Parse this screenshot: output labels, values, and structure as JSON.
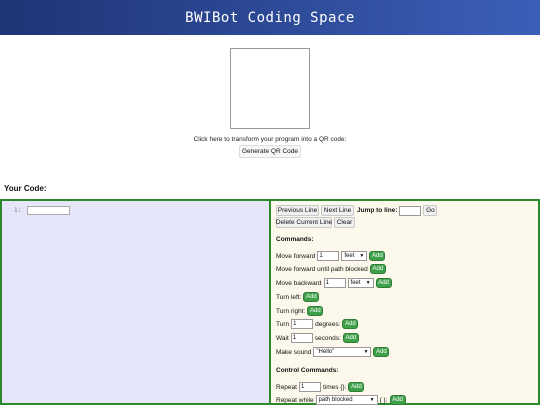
{
  "header": {
    "title": "BWIBot Coding Space"
  },
  "qr": {
    "caption": "Click here to transform your program into a QR code:",
    "generate_label": "Generate QR Code"
  },
  "code": {
    "heading": "Your Code:",
    "line_number": "1:",
    "line_value": ""
  },
  "nav": {
    "previous_line": "Previous Line",
    "next_line": "Next Line",
    "jump_label": "Jump to line:",
    "jump_value": "",
    "go": "Go",
    "delete_line": "Delete Current Line",
    "clear": "Clear"
  },
  "commands": {
    "heading": "Commands:",
    "add_label": "Add",
    "move_forward": {
      "label": "Move forward",
      "value": "1",
      "unit": "feet"
    },
    "move_forward_until": {
      "label": "Move forward until path blocked"
    },
    "move_backward": {
      "label": "Move backward",
      "value": "1",
      "unit": "feet"
    },
    "turn_left": {
      "label": "Turn left:"
    },
    "turn_right": {
      "label": "Turn right:"
    },
    "turn": {
      "label": "Turn",
      "value": "1",
      "suffix": "degrees:"
    },
    "wait": {
      "label": "Wait",
      "value": "1",
      "suffix": "seconds:"
    },
    "make_sound": {
      "label": "Make sound",
      "value": "\"Hello\""
    }
  },
  "control": {
    "heading": "Control Commands:",
    "repeat": {
      "label": "Repeat",
      "value": "1",
      "suffix": "times {}:"
    },
    "repeat_while": {
      "label": "Repeat while",
      "value": "path blocked",
      "suffix": "{ }:"
    }
  },
  "colors": {
    "header_start": "#1f3476",
    "header_end": "#3b5fb8",
    "add_button": "#3fa04a",
    "panel_border": "#2c8a2c",
    "code_bg": "#e6e6fa",
    "cmd_bg": "#fdf8ec"
  }
}
